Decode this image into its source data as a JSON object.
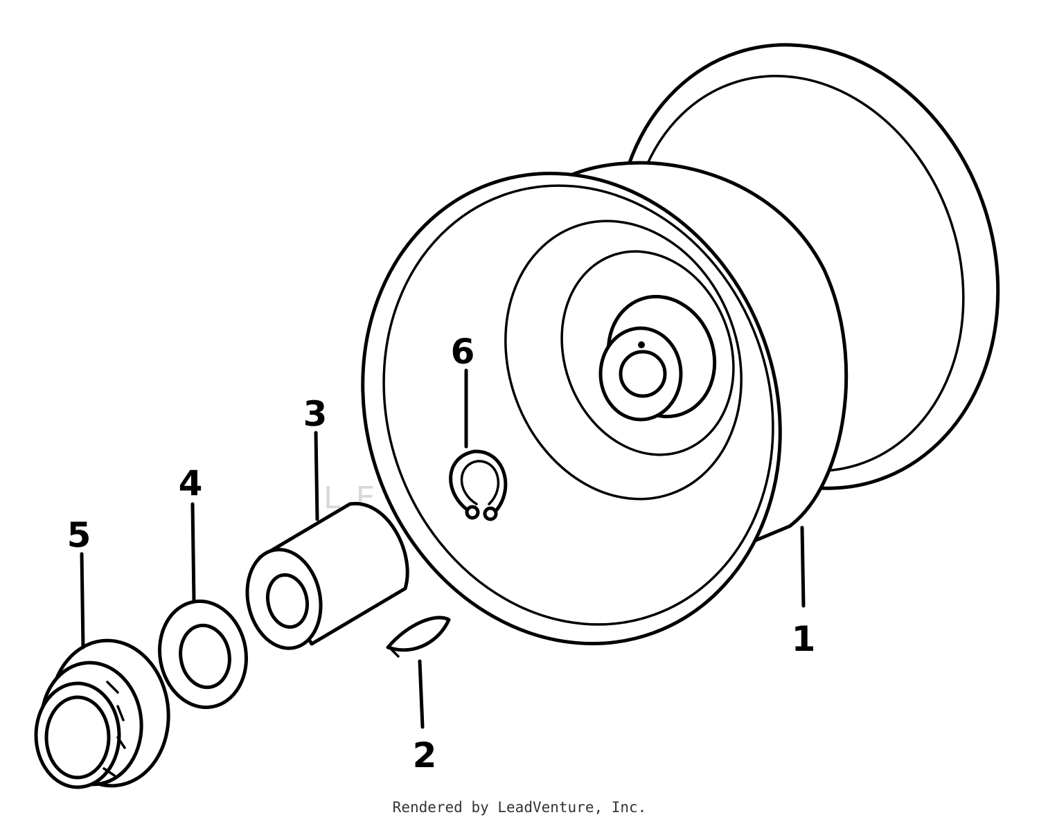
{
  "watermark": {
    "text": "LEADVENTURE"
  },
  "callouts": [
    {
      "id": "1",
      "label": "1",
      "part": "wheel-rim"
    },
    {
      "id": "2",
      "label": "2",
      "part": "key"
    },
    {
      "id": "3",
      "label": "3",
      "part": "spacer-sleeve"
    },
    {
      "id": "4",
      "label": "4",
      "part": "washer"
    },
    {
      "id": "5",
      "label": "5",
      "part": "bearing"
    },
    {
      "id": "6",
      "label": "6",
      "part": "retaining-ring"
    }
  ],
  "footer": {
    "credit": "Rendered by LeadVenture, Inc."
  },
  "colors": {
    "line": "#000000",
    "background": "#ffffff",
    "watermark": "#d8d8d8"
  }
}
